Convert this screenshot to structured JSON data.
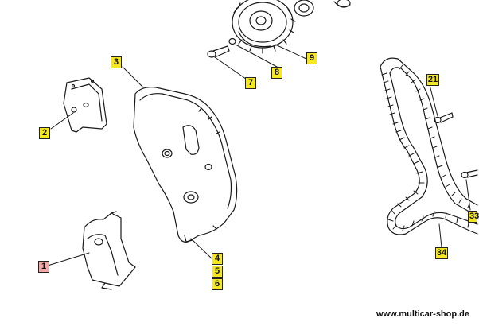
{
  "colors": {
    "callout_fill": "#f5e820",
    "callout_fill_alt": "#f2a8a8",
    "line": "#1a1a1a",
    "background": "#ffffff"
  },
  "callouts": [
    {
      "id": "1",
      "label": "1"
    },
    {
      "id": "2",
      "label": "2"
    },
    {
      "id": "3",
      "label": "3"
    },
    {
      "id": "4",
      "label": "4"
    },
    {
      "id": "5",
      "label": "5"
    },
    {
      "id": "6",
      "label": "6"
    },
    {
      "id": "7",
      "label": "7"
    },
    {
      "id": "8",
      "label": "8"
    },
    {
      "id": "9",
      "label": "9"
    },
    {
      "id": "21",
      "label": "21"
    },
    {
      "id": "33",
      "label": "33"
    },
    {
      "id": "34",
      "label": "34"
    }
  ],
  "footer": {
    "website": "www.multicar-shop.de"
  }
}
